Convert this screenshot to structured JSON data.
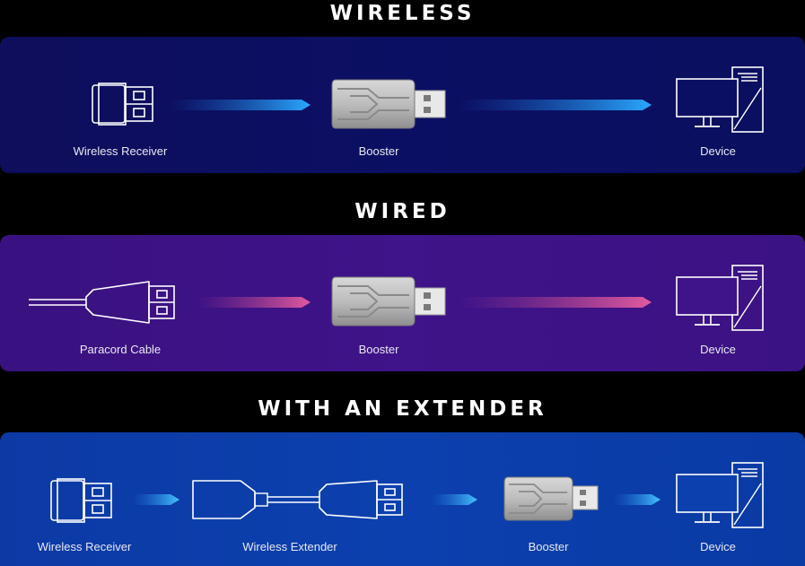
{
  "sections": {
    "wireless": {
      "title": "WIRELESS",
      "labels": {
        "receiver": "Wireless Receiver",
        "booster": "Booster",
        "device": "Device"
      }
    },
    "wired": {
      "title": "WIRED",
      "labels": {
        "cable": "Paracord Cable",
        "booster": "Booster",
        "device": "Device"
      }
    },
    "extender": {
      "title": "WITH AN EXTENDER",
      "labels": {
        "receiver": "Wireless Receiver",
        "extender": "Wireless Extender",
        "booster": "Booster",
        "device": "Device"
      }
    }
  },
  "colors": {
    "wireless_panel": "#0b0f63",
    "wired_panel": "#3f1389",
    "extender_panel": "#0c40ae",
    "wireless_arrow": "#29a8ff",
    "wired_arrow": "#e0509a",
    "extender_arrow": "#39b6ff"
  },
  "icons": [
    "usb-receiver-icon",
    "usb-booster-icon",
    "monitor-tower-icon",
    "paracord-cable-icon",
    "wireless-extender-icon",
    "arrow-right-icon"
  ]
}
